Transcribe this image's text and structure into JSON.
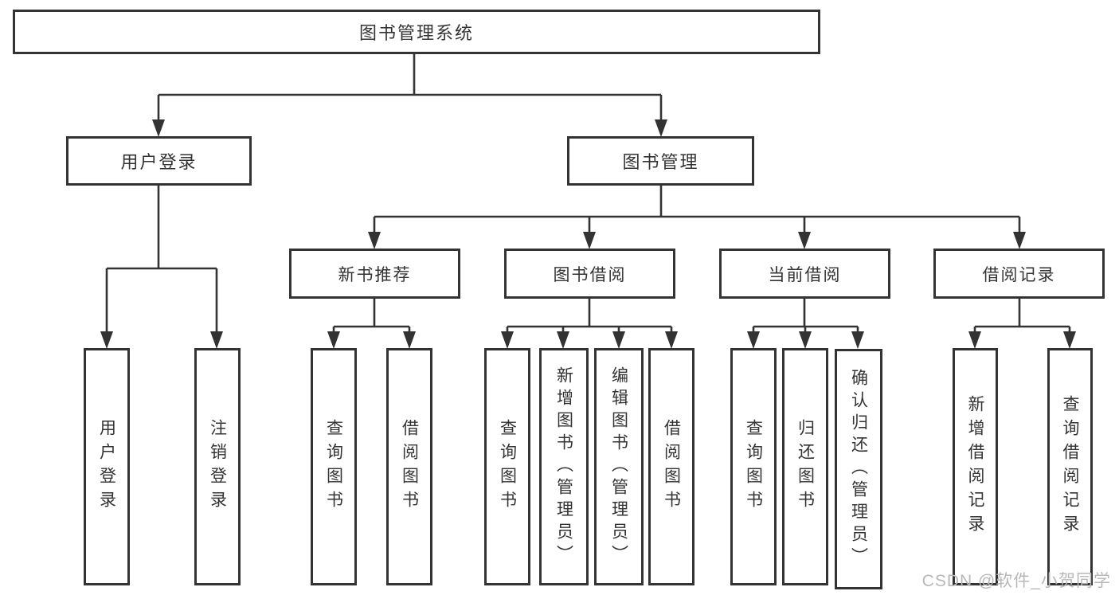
{
  "diagram": {
    "root": {
      "label": "图书管理系统"
    },
    "level2": [
      {
        "label": "用户登录"
      },
      {
        "label": "图书管理"
      }
    ],
    "level3": [
      {
        "label": "新书推荐"
      },
      {
        "label": "图书借阅"
      },
      {
        "label": "当前借阅"
      },
      {
        "label": "借阅记录"
      }
    ],
    "leaves": [
      {
        "label": "用户登录",
        "parent": "用户登录"
      },
      {
        "label": "注销登录",
        "parent": "用户登录"
      },
      {
        "label": "查询图书",
        "parent": "新书推荐"
      },
      {
        "label": "借阅图书",
        "parent": "新书推荐"
      },
      {
        "label": "查询图书",
        "parent": "图书借阅"
      },
      {
        "label": "新增图书（管理员）",
        "parent": "图书借阅"
      },
      {
        "label": "编辑图书（管理员）",
        "parent": "图书借阅"
      },
      {
        "label": "借阅图书",
        "parent": "图书借阅"
      },
      {
        "label": "查询图书",
        "parent": "当前借阅"
      },
      {
        "label": "归还图书",
        "parent": "当前借阅"
      },
      {
        "label": "确认归还（管理员）",
        "parent": "当前借阅"
      },
      {
        "label": "新增借阅记录",
        "parent": "借阅记录"
      },
      {
        "label": "查询借阅记录",
        "parent": "借阅记录"
      }
    ]
  },
  "watermark": "CSDN @软件_小贺同学",
  "colors": {
    "line": "#333333",
    "box_border": "#333333",
    "text": "#333333",
    "watermark": "#b8b8b8",
    "background": "#ffffff"
  }
}
